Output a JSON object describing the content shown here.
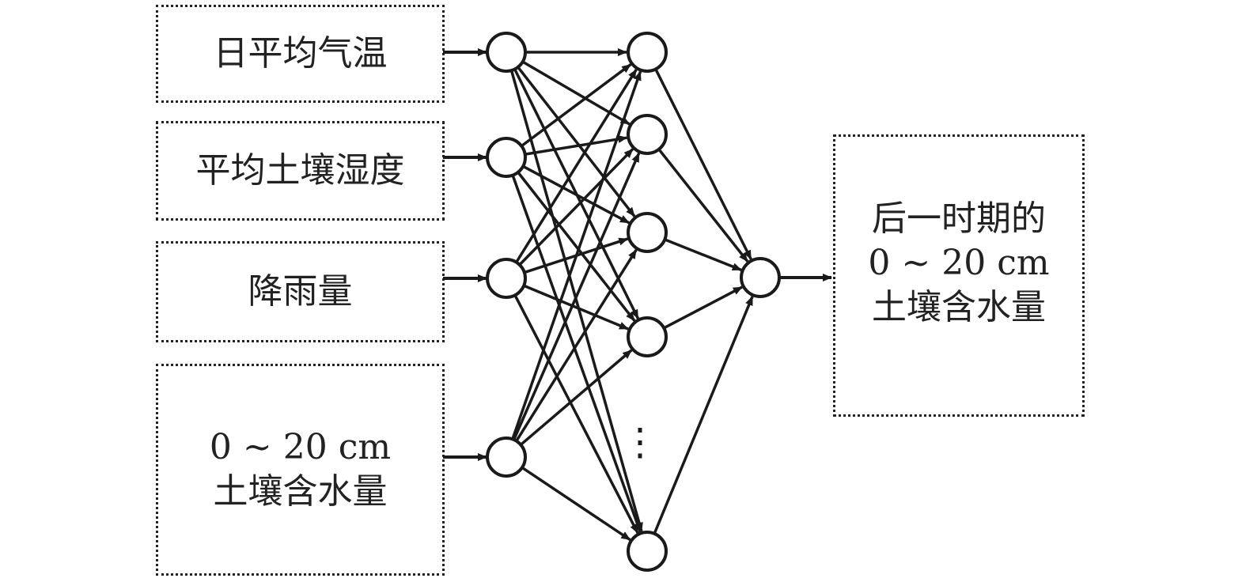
{
  "inputs": [
    {
      "lines": [
        "日平均气温"
      ]
    },
    {
      "lines": [
        "平均土壤湿度"
      ]
    },
    {
      "lines": [
        "降雨量"
      ]
    },
    {
      "lines": [
        "0 ~ 20 cm",
        "土壤含水量"
      ]
    }
  ],
  "output": {
    "lines": [
      "后一时期的",
      "0 ~ 20 cm",
      "土壤含水量"
    ]
  },
  "layers": {
    "input_nodes": 4,
    "hidden_nodes_shown": 5,
    "output_nodes": 1
  },
  "hidden_ellipsis": "⋮",
  "colors": {
    "stroke": "#1a1a1a",
    "box_border": "#222222",
    "background": "#ffffff"
  }
}
